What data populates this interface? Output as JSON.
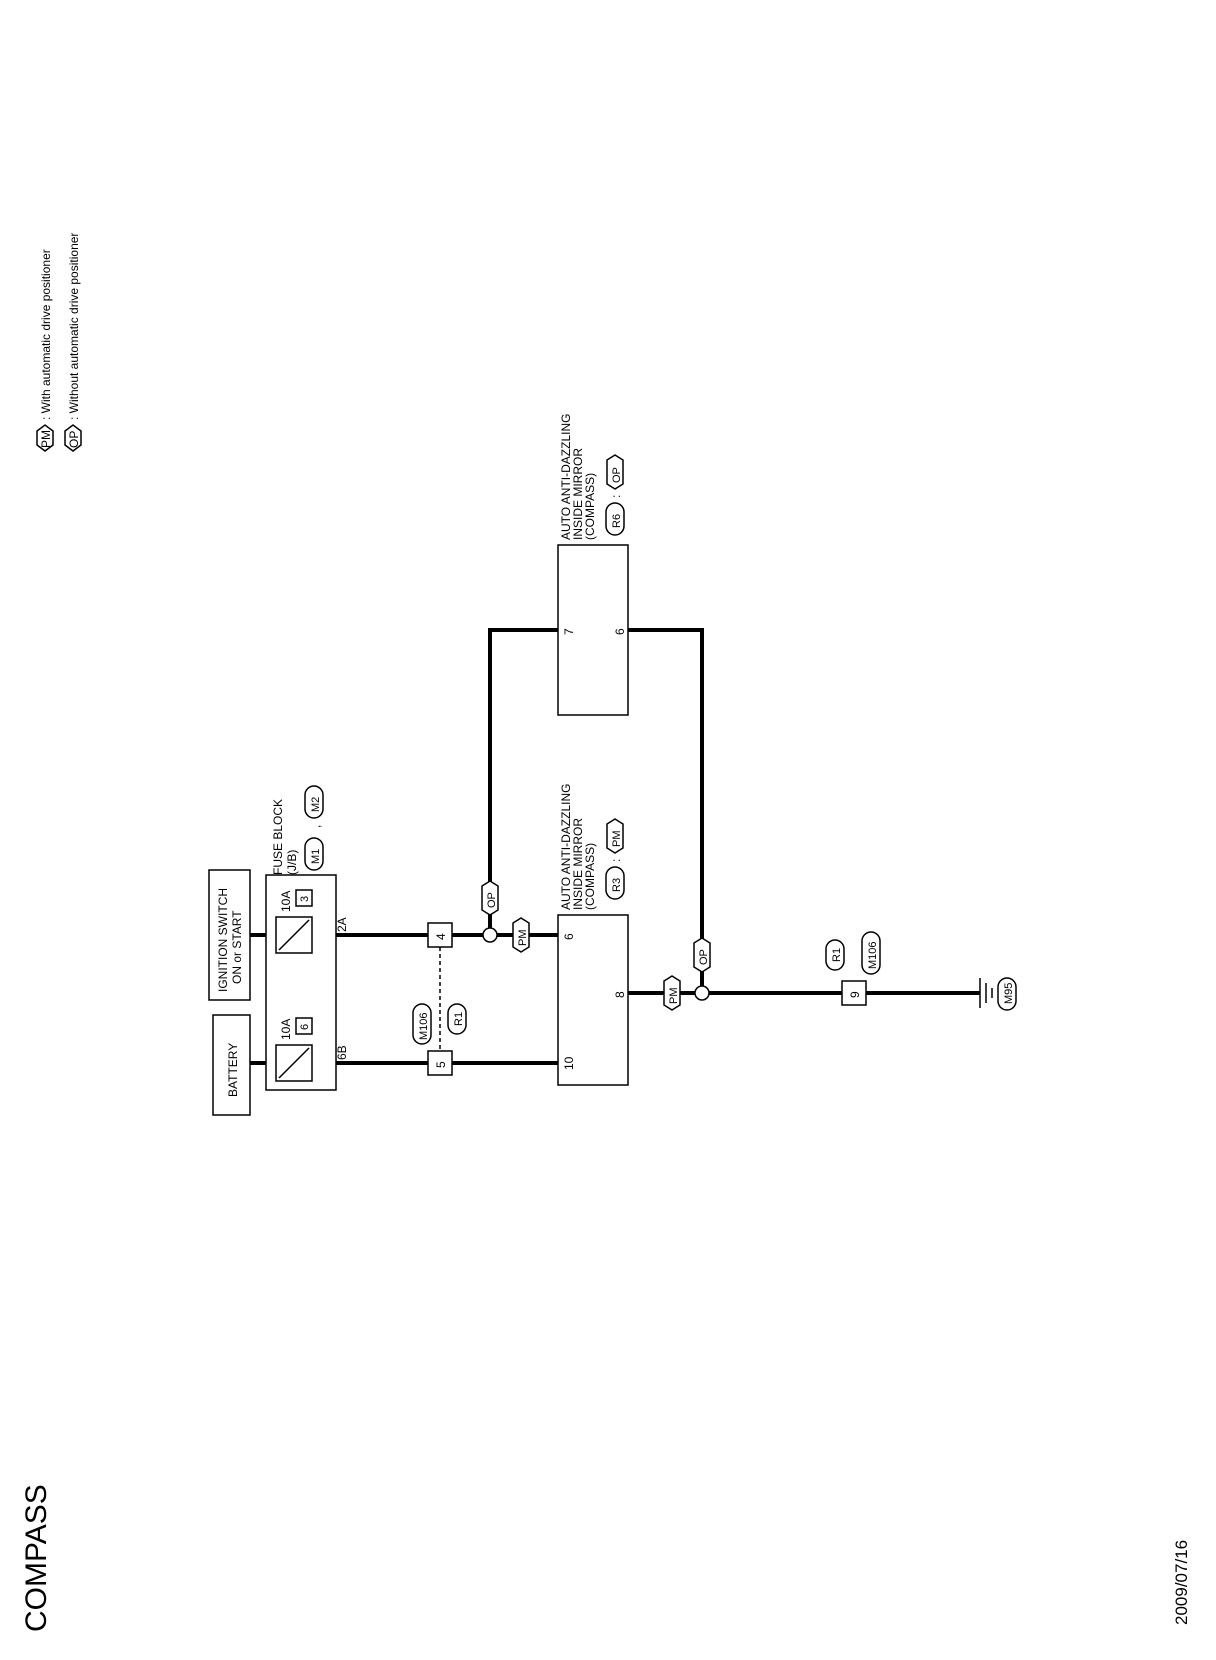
{
  "page": {
    "title": "COMPASS",
    "date": "2009/07/16"
  },
  "legend": [
    {
      "tag": "PM",
      "text": ": With automatic drive positioner"
    },
    {
      "tag": "OP",
      "text": ": Without automatic drive positioner"
    }
  ],
  "components": {
    "battery": "BATTERY",
    "ignition": {
      "line1": "IGNITION SWITCH",
      "line2": "ON or START"
    },
    "fuse_block": {
      "line1": "FUSE BLOCK",
      "line2": "(J/B)",
      "connectors": [
        "M1",
        "M2"
      ],
      "sep": ","
    },
    "fuse_battery": {
      "rating": "10A",
      "number": "6",
      "terminal": "6B"
    },
    "fuse_ignition": {
      "rating": "10A",
      "number": "3",
      "terminal": "2A"
    },
    "mirror_pm": {
      "line1": "AUTO ANTI-DAZZLING",
      "line2": "INSIDE MIRROR",
      "line3": "(COMPASS)",
      "connector": "R3",
      "sep": ":",
      "tag": "PM",
      "pins": [
        "10",
        "6",
        "8"
      ]
    },
    "mirror_op": {
      "line1": "AUTO ANTI-DAZZLING",
      "line2": "INSIDE MIRROR",
      "line3": "(COMPASS)",
      "connector": "R6",
      "sep": ":",
      "tag": "OP",
      "pins": [
        "7",
        "6"
      ]
    },
    "joint_connector": {
      "pins": [
        "5",
        "4"
      ],
      "connectors": [
        "M106",
        "R1"
      ]
    },
    "ground_joint": {
      "pin": "9",
      "connectors": [
        "R1",
        "M106"
      ]
    },
    "ground": {
      "connector": "M95"
    },
    "branch_tags": {
      "upper_op": "OP",
      "upper_pm": "PM",
      "lower_pm": "PM",
      "lower_op": "OP"
    }
  }
}
